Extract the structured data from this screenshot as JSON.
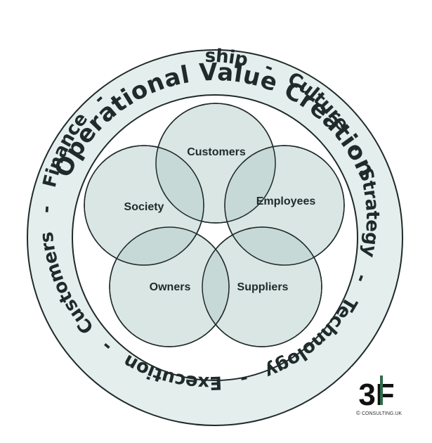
{
  "title": "Operational Value Creation",
  "ring_items": [
    "Leadership",
    "Culture",
    "Strategy",
    "Technology",
    "Execution",
    "Customers",
    "Finance"
  ],
  "separator": "-",
  "stakeholders": [
    "Customers",
    "Employees",
    "Suppliers",
    "Owners",
    "Society"
  ],
  "logo": {
    "mark": "3F",
    "subtitle": "CONSULTING.UK",
    "symbol": "©"
  },
  "colors": {
    "ring_fill": "#e4eeec",
    "petal_fill": "#d9e6e4",
    "overlap_fill": "#c6d9d6",
    "stroke": "#1f2a2a",
    "logo_green": "#2f6b4a"
  }
}
